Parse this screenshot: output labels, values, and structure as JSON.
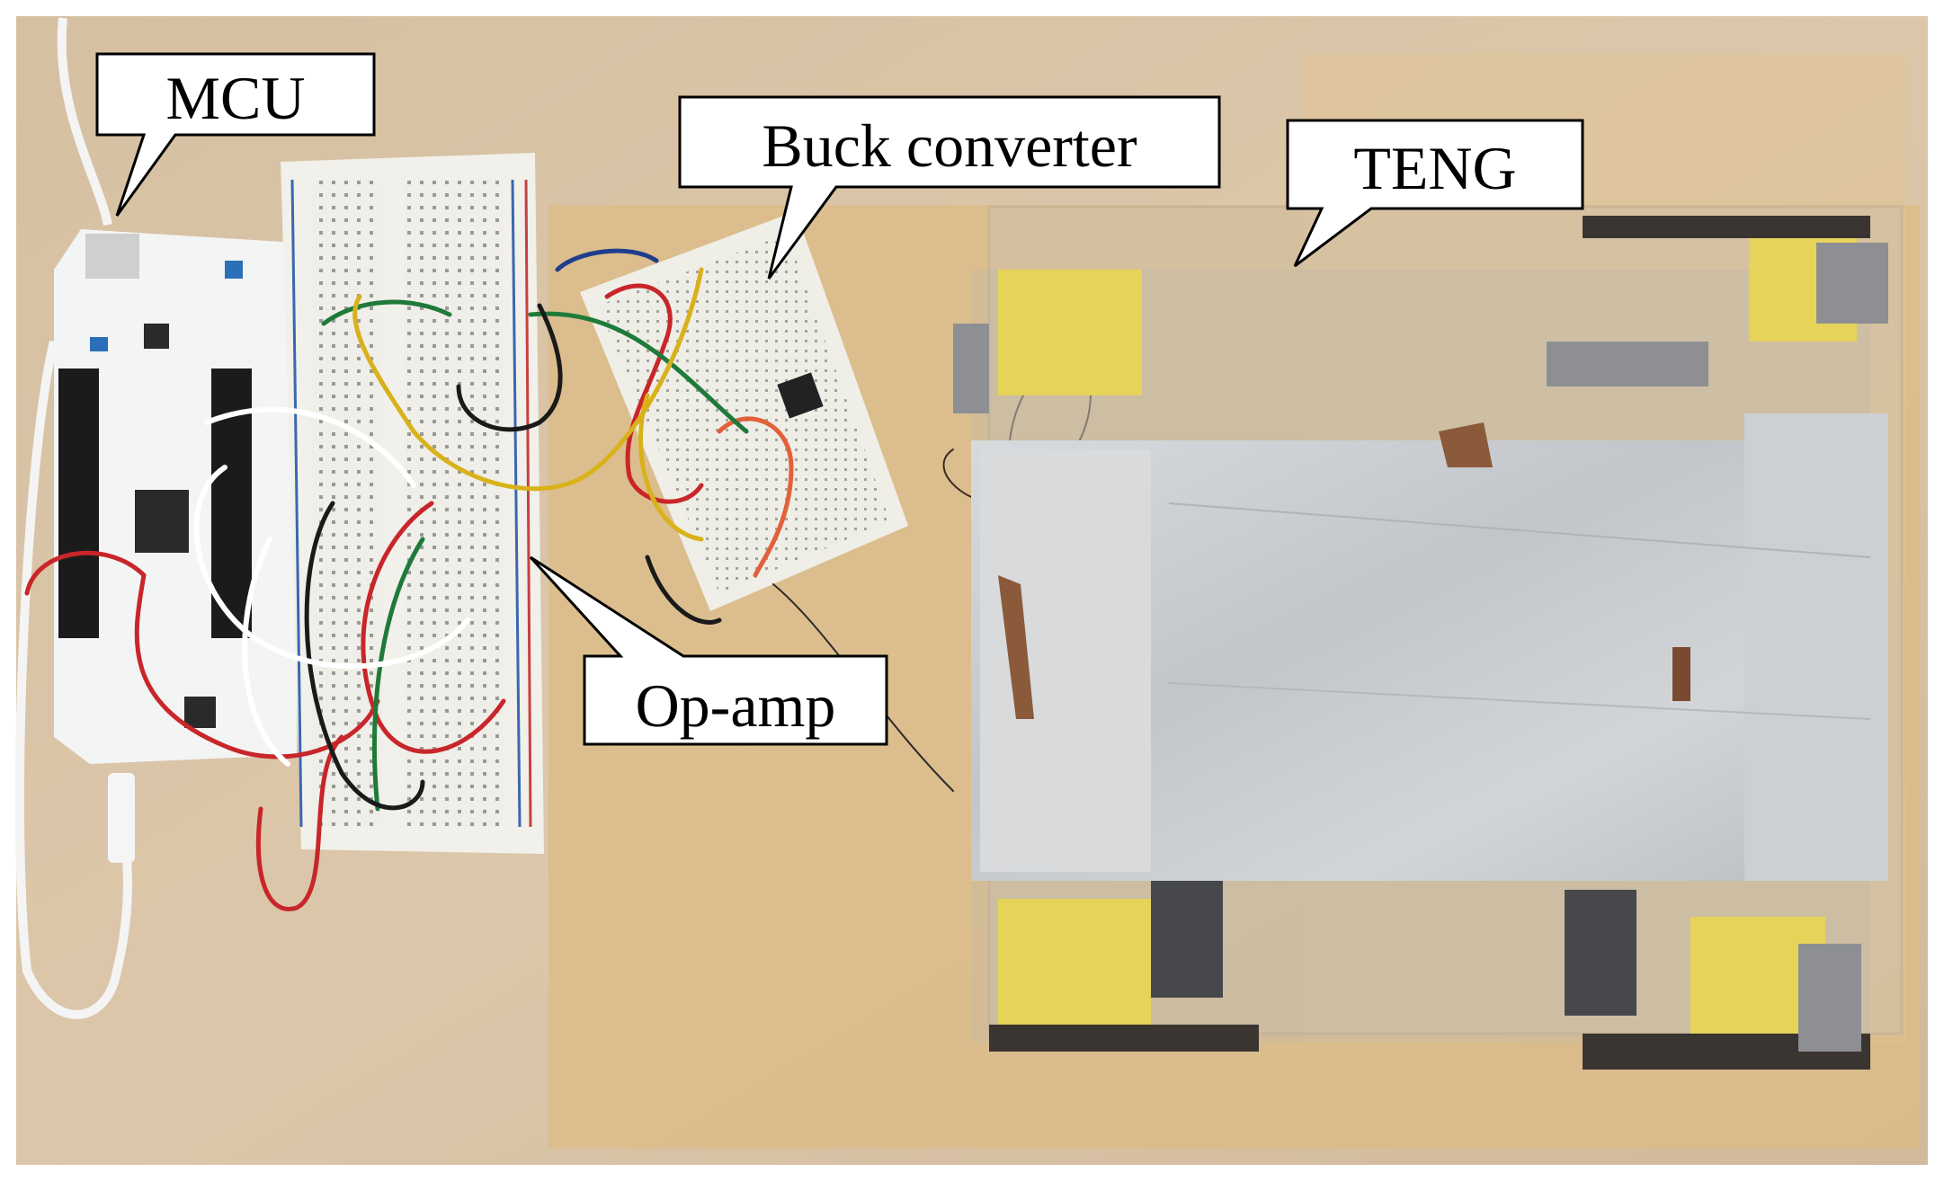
{
  "labels": {
    "mcu": "MCU",
    "buck_converter": "Buck converter",
    "teng": "TENG",
    "op_amp": "Op-amp"
  },
  "colors": {
    "desk": "#d9c3a5",
    "board_white": "#f4f3ee",
    "wire_red": "#c8262a",
    "wire_green": "#1f7a3a",
    "wire_yellow": "#d9b11a",
    "wire_black": "#1a1a1a",
    "foil_silver": "#c9ccd0",
    "sponge_yellow": "#e6d35a",
    "callout_border": "#000000",
    "callout_fill": "#ffffff"
  }
}
